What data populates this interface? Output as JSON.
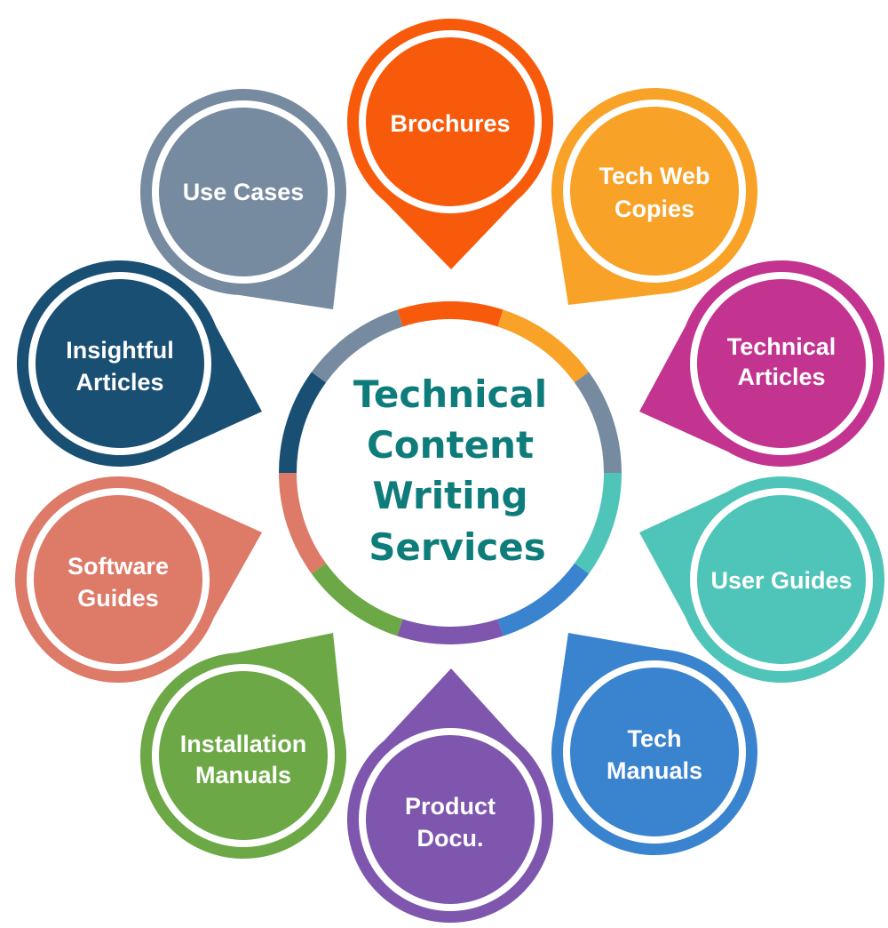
{
  "center": {
    "lines": [
      "Technical",
      "Content",
      "Writing",
      "Services"
    ],
    "color": "#0d7c7a"
  },
  "bubbles": [
    {
      "key": "brochures",
      "lines": [
        "Brochures"
      ],
      "color": "#f85a0c"
    },
    {
      "key": "tech-web-copies",
      "lines": [
        "Tech Web",
        "Copies"
      ],
      "color": "#f8a227"
    },
    {
      "key": "technical-articles",
      "lines": [
        "Technical",
        "Articles"
      ],
      "color": "#c23490"
    },
    {
      "key": "user-guides",
      "lines": [
        "User Guides"
      ],
      "color": "#4fc4b8"
    },
    {
      "key": "tech-manuals",
      "lines": [
        "Tech",
        "Manuals"
      ],
      "color": "#3a83cf"
    },
    {
      "key": "product-docu",
      "lines": [
        "Product",
        "Docu."
      ],
      "color": "#7e56ae"
    },
    {
      "key": "installation-manuals",
      "lines": [
        "Installation",
        "Manuals"
      ],
      "color": "#6ca845"
    },
    {
      "key": "software-guides",
      "lines": [
        "Software",
        "Guides"
      ],
      "color": "#dd7a68"
    },
    {
      "key": "insightful-articles",
      "lines": [
        "Insightful",
        "Articles"
      ],
      "color": "#1a4f74"
    },
    {
      "key": "use-cases",
      "lines": [
        "Use Cases"
      ],
      "color": "#768aa0"
    }
  ],
  "ring_colors": [
    "#f85a0c",
    "#f8a227",
    "#768aa0",
    "#4fc4b8",
    "#3a83cf",
    "#7e56ae",
    "#6ca845",
    "#dd7a68",
    "#1a4f74",
    "#768aa0"
  ]
}
